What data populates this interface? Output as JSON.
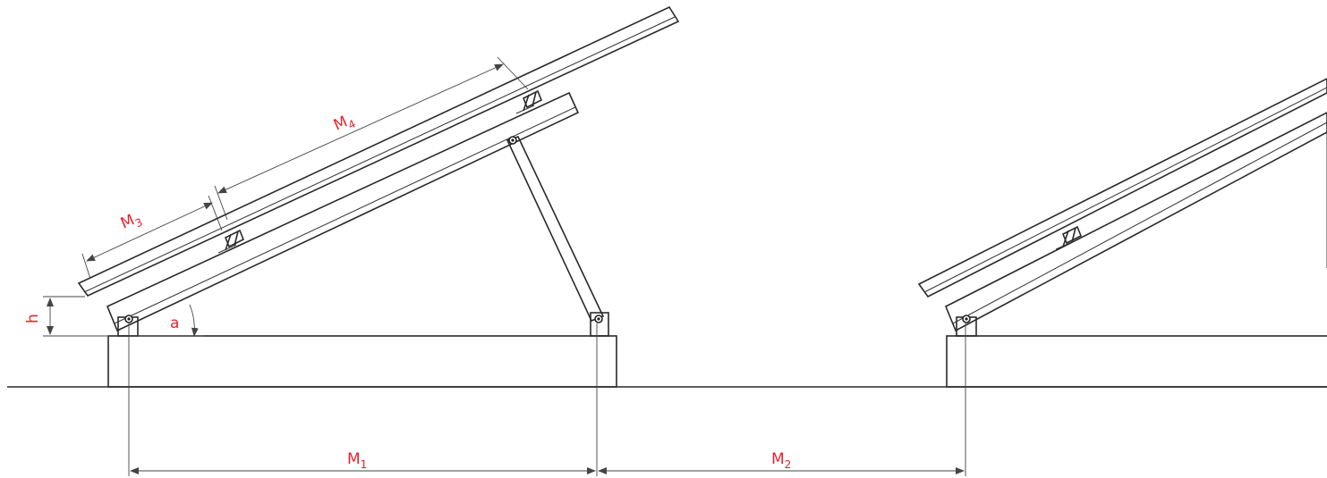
{
  "labels": {
    "m1": {
      "main": "M",
      "sub": "1"
    },
    "m2": {
      "main": "M",
      "sub": "2"
    },
    "m3": {
      "main": "M",
      "sub": "3"
    },
    "m4": {
      "main": "M",
      "sub": "4"
    },
    "h": "h",
    "angle": "a"
  },
  "colors": {
    "label": "#e8232c",
    "line": "#2a2a2a"
  }
}
